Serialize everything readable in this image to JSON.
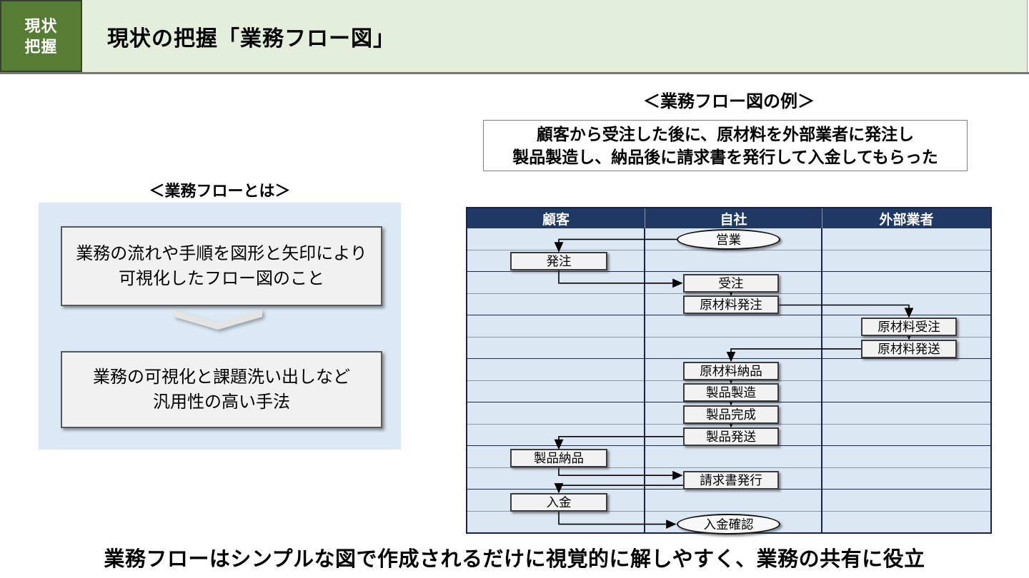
{
  "header": {
    "badge_line1": "現状",
    "badge_line2": "把握",
    "title": "現状の把握「業務フロー図」"
  },
  "example": {
    "title": "＜業務フロー図の例＞",
    "description_line1": "顧客から受注した後に、原材料を外部業者に発注し",
    "description_line2": "製品製造し、納品後に請求書を発行して入金してもらった"
  },
  "concept": {
    "title": "＜業務フローとは＞",
    "box1_line1": "業務の流れや手順を図形と矢印により",
    "box1_line2": "可視化したフロー図のこと",
    "box2_line1": "業務の可視化と課題洗い出しなど",
    "box2_line2": "汎用性の高い手法",
    "arrow_icon": "chevron-down"
  },
  "flow_table": {
    "columns": [
      "顧客",
      "自社",
      "外部業者"
    ],
    "steps": [
      {
        "label": "営業",
        "lane": "自社",
        "shape": "ellipse"
      },
      {
        "label": "発注",
        "lane": "顧客",
        "shape": "rect"
      },
      {
        "label": "受注",
        "lane": "自社",
        "shape": "rect"
      },
      {
        "label": "原材料発注",
        "lane": "自社",
        "shape": "rect"
      },
      {
        "label": "原材料受注",
        "lane": "外部業者",
        "shape": "rect"
      },
      {
        "label": "原材料発送",
        "lane": "外部業者",
        "shape": "rect"
      },
      {
        "label": "原材料納品",
        "lane": "自社",
        "shape": "rect"
      },
      {
        "label": "製品製造",
        "lane": "自社",
        "shape": "rect"
      },
      {
        "label": "製品完成",
        "lane": "自社",
        "shape": "rect"
      },
      {
        "label": "製品発送",
        "lane": "自社",
        "shape": "rect"
      },
      {
        "label": "製品納品",
        "lane": "顧客",
        "shape": "rect"
      },
      {
        "label": "請求書発行",
        "lane": "自社",
        "shape": "rect"
      },
      {
        "label": "入金",
        "lane": "顧客",
        "shape": "rect"
      },
      {
        "label": "入金確認",
        "lane": "自社",
        "shape": "ellipse"
      }
    ]
  },
  "footer": {
    "text": "業務フローはシンプルな図で作成されるだけに視覚的に解しやすく、業務の共有に役立"
  },
  "colors": {
    "badge-green": "#557d33",
    "band-green": "#e3efda",
    "navy": "#1f3864",
    "row-blue": "#dce7f4",
    "panel-blue": "#dbe8f5"
  }
}
